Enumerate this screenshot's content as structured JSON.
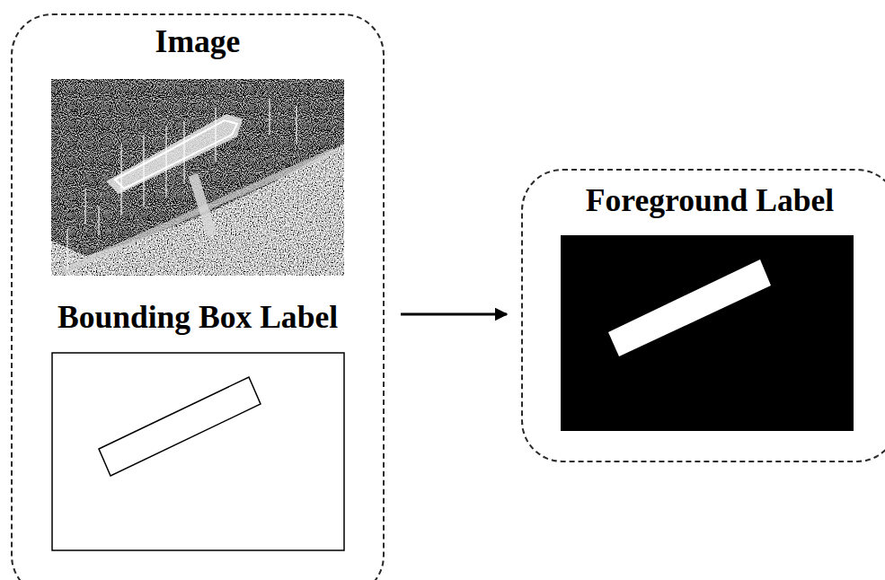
{
  "diagram": {
    "nodes": [
      {
        "text": [
          "Image",
          "Bounding Box Label"
        ]
      },
      {
        "text": [
          "Foreground Label"
        ]
      }
    ],
    "edges": [
      {
        "from": 0,
        "to": 1,
        "arrow": "to"
      }
    ]
  }
}
